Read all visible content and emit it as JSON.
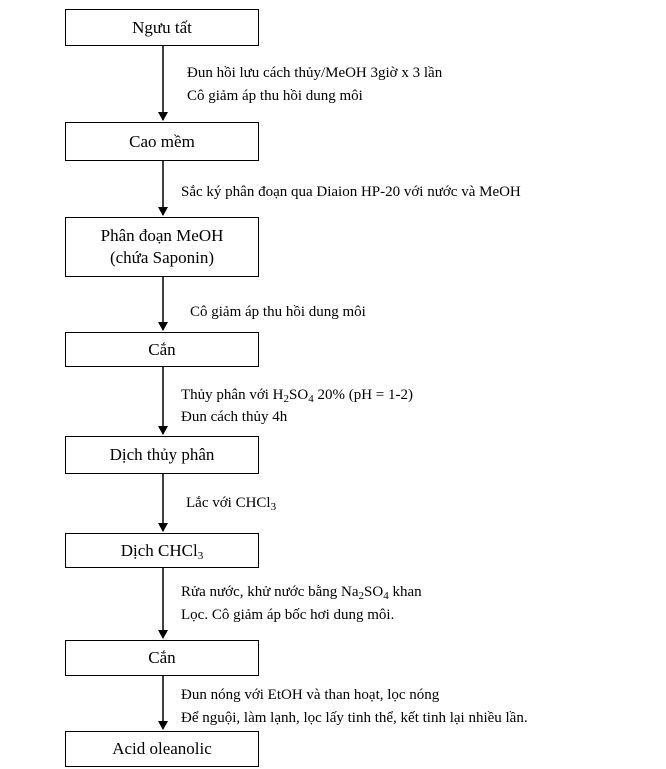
{
  "steps": [
    {
      "label": "Ngưu tất"
    },
    {
      "label": "Cao mềm"
    },
    {
      "label_line1": "Phân đoạn MeOH",
      "label_line2": "(chứa Saponin)"
    },
    {
      "label": "Cắn"
    },
    {
      "label": "Dịch thủy phân"
    },
    {
      "label_pre": "Dịch CHCl",
      "label_sub": "3"
    },
    {
      "label": "Cắn"
    },
    {
      "label": "Acid oleanolic"
    }
  ],
  "notes": [
    {
      "line1": "Đun hồi lưu cách thủy/MeOH 3giờ  x 3 lần",
      "line2": "Cô giảm áp thu hồi dung môi"
    },
    {
      "line1": "Sắc ký phân đoạn qua Diaion HP-20 với nước và MeOH"
    },
    {
      "line1": "Cô giảm áp thu hồi dung môi"
    },
    {
      "line1_pre": "Thủy phân với H",
      "line1_sub1": "2",
      "line1_mid": "SO",
      "line1_sub2": "4",
      "line1_post": " 20% (pH = 1-2)",
      "line2": "Đun cách thủy 4h"
    },
    {
      "line1_pre": "Lắc với CHCl",
      "line1_sub": "3"
    },
    {
      "line1_pre": "Rửa nước, khử nước bằng Na",
      "line1_sub1": "2",
      "line1_mid": "SO",
      "line1_sub2": "4",
      "line1_post": " khan",
      "line2": "Lọc. Cô giảm áp bốc hơi dung môi."
    },
    {
      "line1": "Đun nóng với EtOH và than hoạt, lọc nóng",
      "line2": "Để nguội, làm lạnh, lọc lấy tinh thể, kết tinh lại nhiều lần."
    }
  ]
}
